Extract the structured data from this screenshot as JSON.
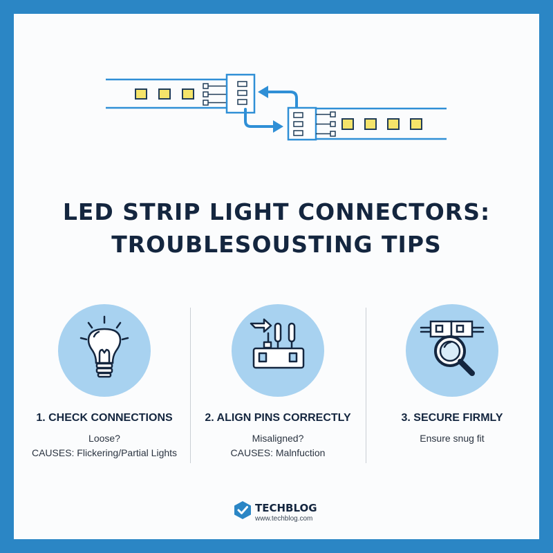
{
  "title": {
    "line1": "LED STRIP LIGHT CONNECTORS:",
    "line2": "TROUBLESOUSTING TIPS"
  },
  "tips": [
    {
      "title": "1. CHECK CONNECTIONS",
      "line1": "Loose?",
      "line2": "CAUSES: Flickering/Partial Lights",
      "icon": "light-bulb-icon"
    },
    {
      "title": "2. ALIGN PINS CORRECTLY",
      "line1": "Misaligned?",
      "line2": "CAUSES: Malnfuction",
      "icon": "connector-pins-icon"
    },
    {
      "title": "3. SECURE FIRMLY",
      "line1": "Ensure snug fit",
      "icon": "magnifier-icon"
    }
  ],
  "brand": {
    "name": "TECHBLOG",
    "url": "www.techblog.com",
    "logo_icon": "shield-check-icon"
  },
  "colors": {
    "border": "#2b86c5",
    "accent": "#2f8fd6",
    "icon_circle": "#a8d2f0",
    "led": "#f4e46a",
    "text_dark": "#14263f"
  }
}
